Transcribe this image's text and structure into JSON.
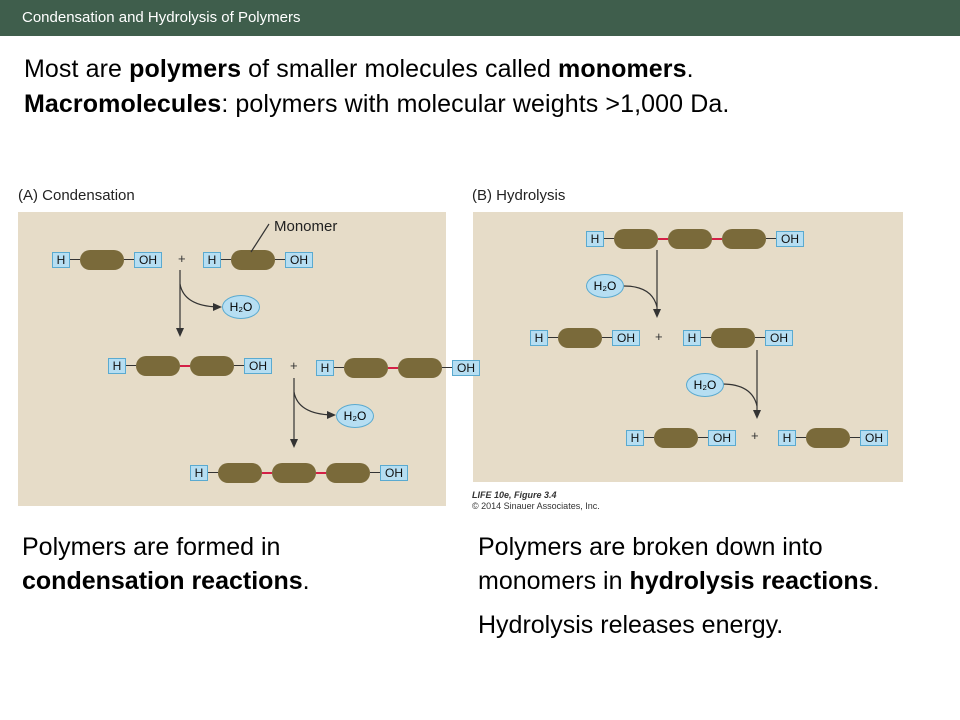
{
  "header": {
    "title": "Condensation and Hydrolysis of Polymers"
  },
  "intro": {
    "line1": {
      "t1": "Most are ",
      "b1": "polymers",
      "t2": " of smaller molecules called ",
      "b2": "monomers",
      "t3": "."
    },
    "line2": {
      "b1": "Macromolecules",
      "t1": ": polymers with molecular weights >1,000 Da."
    }
  },
  "figure": {
    "panel_a": {
      "label": "(A)  Condensation",
      "monomer_label": "Monomer"
    },
    "panel_b": {
      "label": "(B)  Hydrolysis"
    },
    "h": "H",
    "oh": "OH",
    "plus": "+",
    "water": "H₂O",
    "credit": {
      "line1": "LIFE 10e, Figure 3.4",
      "line2": "© 2014 Sinauer Associates, Inc."
    }
  },
  "captions": {
    "left": {
      "t1": "Polymers are formed in ",
      "b1": "condensation reactions",
      "t2": "."
    },
    "right": {
      "t1": "Polymers are broken down into monomers in ",
      "b1": "hydrolysis reactions",
      "t2": ".",
      "p2": "Hydrolysis releases energy."
    }
  },
  "colors": {
    "header_bg": "#3f5e4c",
    "panel_bg": "#e6dcc8",
    "bead": "#7a6a3a",
    "link": "#d42046",
    "cap_box": "#b6def2"
  }
}
